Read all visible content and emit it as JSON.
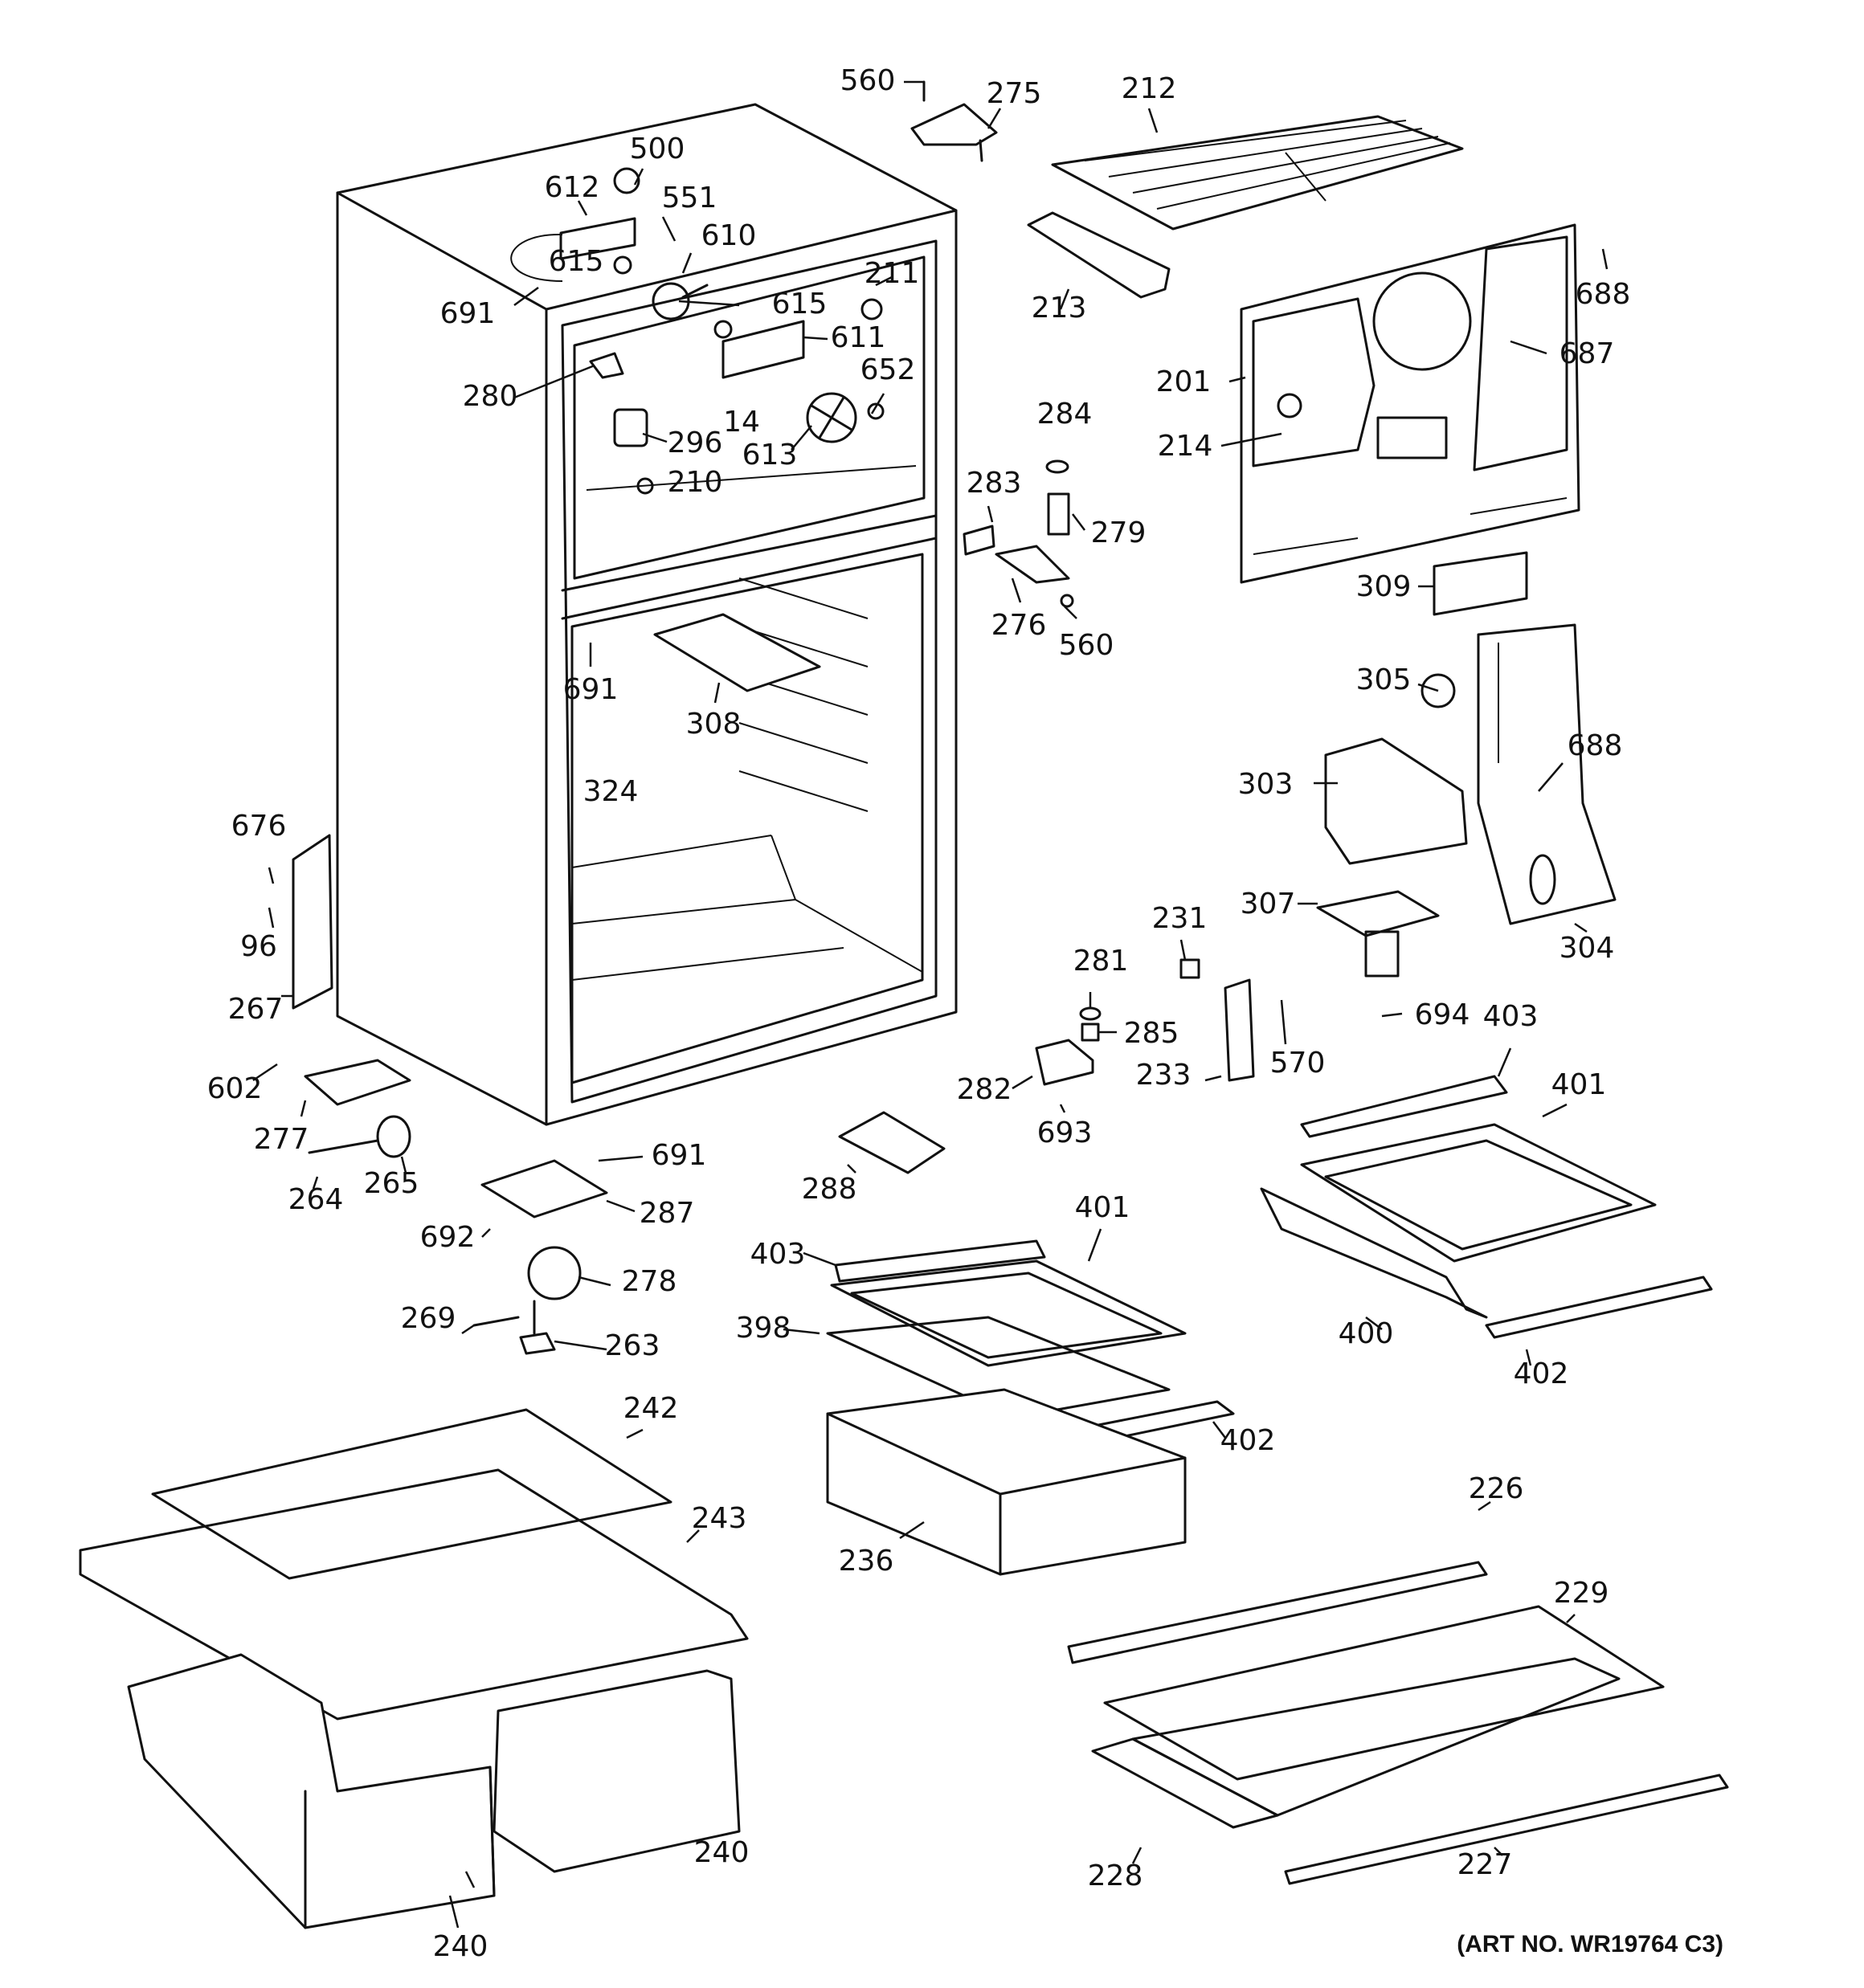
{
  "labels": [
    {
      "id": "p560a",
      "text": "560"
    },
    {
      "id": "p275",
      "text": "275"
    },
    {
      "id": "p212",
      "text": "212"
    },
    {
      "id": "p500",
      "text": "500"
    },
    {
      "id": "p612",
      "text": "612"
    },
    {
      "id": "p551",
      "text": "551"
    },
    {
      "id": "p610",
      "text": "610"
    },
    {
      "id": "p615a",
      "text": "615"
    },
    {
      "id": "p691a",
      "text": "691"
    },
    {
      "id": "p615b",
      "text": "615"
    },
    {
      "id": "p211",
      "text": "211"
    },
    {
      "id": "p213",
      "text": "213"
    },
    {
      "id": "p688a",
      "text": "688"
    },
    {
      "id": "p687",
      "text": "687"
    },
    {
      "id": "p611",
      "text": "611"
    },
    {
      "id": "p652",
      "text": "652"
    },
    {
      "id": "p280",
      "text": "280"
    },
    {
      "id": "p14",
      "text": "14"
    },
    {
      "id": "p201",
      "text": "201"
    },
    {
      "id": "p284",
      "text": "284"
    },
    {
      "id": "p214",
      "text": "214"
    },
    {
      "id": "p296",
      "text": "296"
    },
    {
      "id": "p613",
      "text": "613"
    },
    {
      "id": "p210",
      "text": "210"
    },
    {
      "id": "p283",
      "text": "283"
    },
    {
      "id": "p279",
      "text": "279"
    },
    {
      "id": "p309",
      "text": "309"
    },
    {
      "id": "p276",
      "text": "276"
    },
    {
      "id": "p560b",
      "text": "560"
    },
    {
      "id": "p691b",
      "text": "691"
    },
    {
      "id": "p305",
      "text": "305"
    },
    {
      "id": "p308",
      "text": "308"
    },
    {
      "id": "p688b",
      "text": "688"
    },
    {
      "id": "p324",
      "text": "324"
    },
    {
      "id": "p303",
      "text": "303"
    },
    {
      "id": "p676",
      "text": "676"
    },
    {
      "id": "p307",
      "text": "307"
    },
    {
      "id": "p231",
      "text": "231"
    },
    {
      "id": "p304",
      "text": "304"
    },
    {
      "id": "p96",
      "text": "96"
    },
    {
      "id": "p281",
      "text": "281"
    },
    {
      "id": "p267",
      "text": "267"
    },
    {
      "id": "p694",
      "text": "694"
    },
    {
      "id": "p403a",
      "text": "403"
    },
    {
      "id": "p285",
      "text": "285"
    },
    {
      "id": "p570",
      "text": "570"
    },
    {
      "id": "p233",
      "text": "233"
    },
    {
      "id": "p602",
      "text": "602"
    },
    {
      "id": "p282",
      "text": "282"
    },
    {
      "id": "p401a",
      "text": "401"
    },
    {
      "id": "p693",
      "text": "693"
    },
    {
      "id": "p277",
      "text": "277"
    },
    {
      "id": "p691c",
      "text": "691"
    },
    {
      "id": "p264",
      "text": "264"
    },
    {
      "id": "p265",
      "text": "265"
    },
    {
      "id": "p288",
      "text": "288"
    },
    {
      "id": "p401b",
      "text": "401"
    },
    {
      "id": "p287",
      "text": "287"
    },
    {
      "id": "p692",
      "text": "692"
    },
    {
      "id": "p403b",
      "text": "403"
    },
    {
      "id": "p400",
      "text": "400"
    },
    {
      "id": "p278",
      "text": "278"
    },
    {
      "id": "p269",
      "text": "269"
    },
    {
      "id": "p398",
      "text": "398"
    },
    {
      "id": "p402a",
      "text": "402"
    },
    {
      "id": "p263",
      "text": "263"
    },
    {
      "id": "p242",
      "text": "242"
    },
    {
      "id": "p402b",
      "text": "402"
    },
    {
      "id": "p226",
      "text": "226"
    },
    {
      "id": "p243",
      "text": "243"
    },
    {
      "id": "p236",
      "text": "236"
    },
    {
      "id": "p229",
      "text": "229"
    },
    {
      "id": "p228",
      "text": "228"
    },
    {
      "id": "p240a",
      "text": "240"
    },
    {
      "id": "p227",
      "text": "227"
    },
    {
      "id": "p240b",
      "text": "240"
    }
  ],
  "art_number": "(ART NO. WR19764 C3)"
}
